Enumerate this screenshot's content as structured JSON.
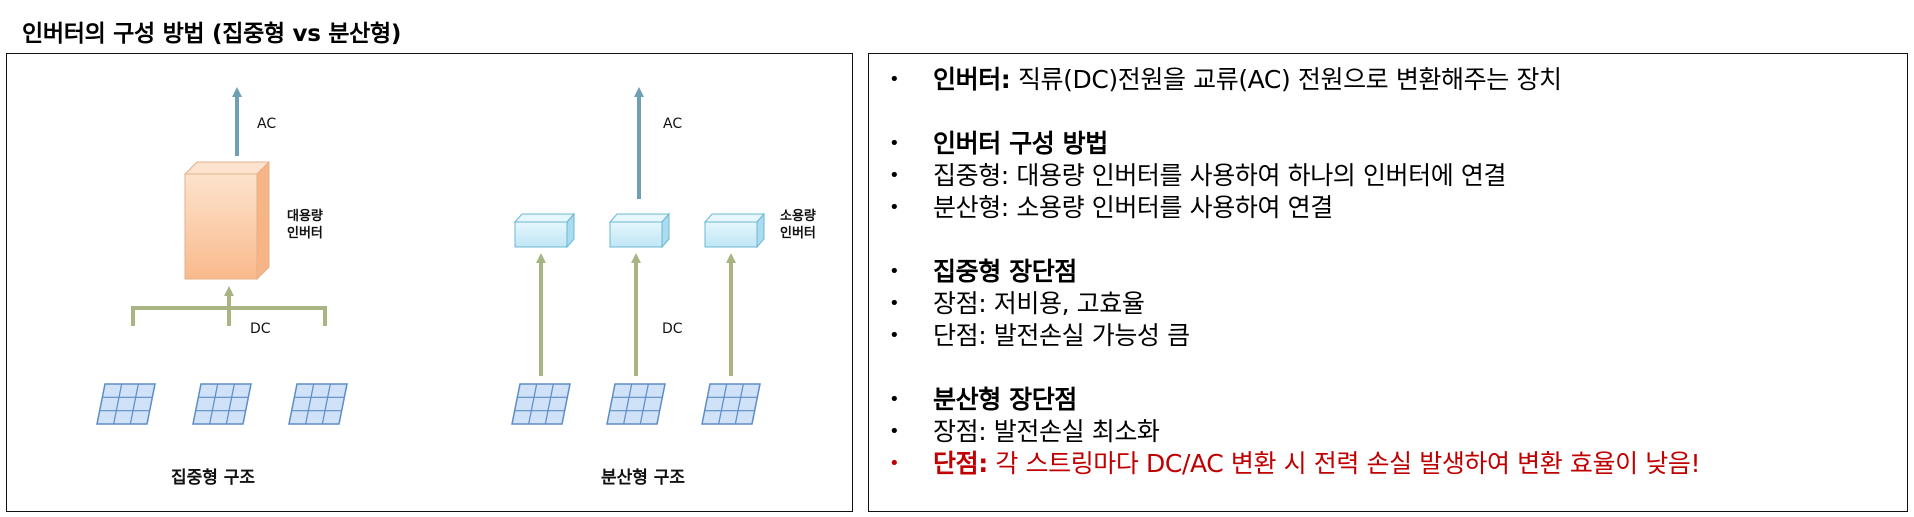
{
  "page_title": "인버터의 구성 방법 (집중형 vs 분산형)",
  "diagram": {
    "centralized": {
      "ac_label": "AC",
      "inverter_label_line1": "대용량",
      "inverter_label_line2": "인버터",
      "dc_label": "DC",
      "caption": "집중형 구조"
    },
    "distributed": {
      "ac_label": "AC",
      "inverter_label_line1": "소용량",
      "inverter_label_line2": "인버터",
      "dc_label": "DC",
      "caption": "분산형 구조"
    },
    "colors": {
      "arrow_blue": "#6f9fb4",
      "dc_green": "#a9b484",
      "big_inverter_orange": "#fbc59c",
      "small_inverter_cyan": "#c8ebf7",
      "panel_blue": "#c5dcf5"
    }
  },
  "bullets": [
    {
      "bold": "인버터:",
      "text": " 직류(DC)전원을 교류(AC) 전원으로 변환해주는 장치",
      "bullet": "•"
    },
    {
      "bold": "인버터 구성 방법",
      "text": "",
      "bullet": "•"
    },
    {
      "bold": "",
      "text": "집중형: 대용량 인버터를 사용하여 하나의 인버터에 연결",
      "bullet": "•"
    },
    {
      "bold": "",
      "text": "분산형: 소용량 인버터를 사용하여 연결",
      "bullet": "•"
    },
    {
      "bold": "집중형 장단점",
      "text": "",
      "bullet": "•"
    },
    {
      "bold": "",
      "text": "장점: 저비용, 고효율",
      "bullet": "•"
    },
    {
      "bold": "",
      "text": "단점: 발전손실 가능성 큼",
      "bullet": "•"
    },
    {
      "bold": "분산형 장단점",
      "text": "",
      "bullet": "•"
    },
    {
      "bold": "",
      "text": "장점: 발전손실 최소화",
      "bullet": "•"
    },
    {
      "bold": "단점:",
      "text": " 각 스트링마다 DC/AC 변환 시 전력 손실 발생하여 변환 효율이 낮음!",
      "bullet": "•"
    }
  ],
  "highlight_color": "#c00000"
}
